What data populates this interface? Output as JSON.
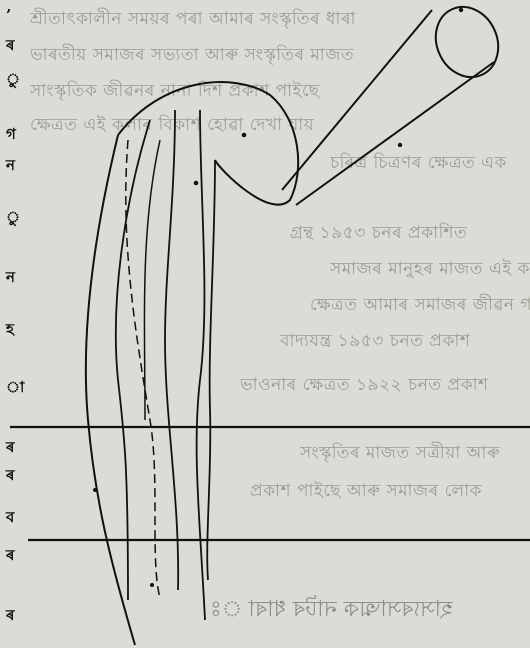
{
  "left_margin_chars": [
    "’",
    "ৰ",
    "ু",
    "গ",
    "ন",
    "ু",
    "ন",
    "হ",
    "া",
    "ৰ",
    "ৰ",
    "ব",
    "ৰ",
    "ৰ"
  ],
  "bleed_lines": [
    "শ্রীতাৎকালীন সময়ৰ পৰা আমাৰ সংস্কৃতিৰ ধাৰা",
    "ভাৰতীয় সমাজৰ সভ্যতা আৰু সংস্কৃতিৰ মাজত",
    "সাংস্কৃতিক জীৱনৰ নানা দিশ প্ৰকাশ পাইছে",
    "ক্ষেত্ৰত এই কলাৰ বিকাশ হোৱা দেখা যায়",
    "চৰিত্ৰ চিত্ৰণৰ ক্ষেত্ৰত এক",
    "গ্ৰন্থ ১৯৫৩ চনৰ প্ৰকাশিত",
    "সমাজৰ মানুহৰ মাজত এই কলা প্ৰচলিত",
    "ক্ষেত্ৰত আমাৰ সমাজৰ জীৱন গঢ়ি উঠে",
    "বাদ্যযন্ত্ৰ ১৯৫৩ চনত প্ৰকাশ",
    "ভাওনাৰ ক্ষেত্ৰত ১৯২২ চনত প্ৰকাশ",
    "সংস্কৃতিৰ মাজত সত্ৰীয়া আৰু",
    "প্ৰকাশ পাইছে আৰু সমাজৰ লোক"
  ],
  "heading": "হাস্যৰসাত্মক নাটৰ ধাৰা ঃ"
}
